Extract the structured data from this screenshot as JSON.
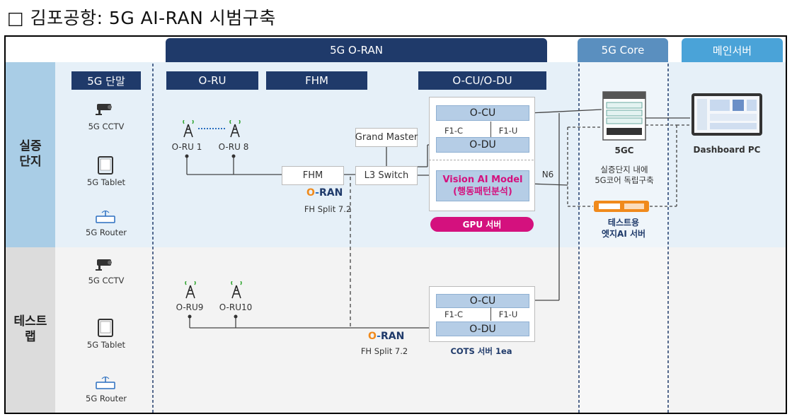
{
  "title": "□ 김포공항: 5G AI-RAN 시범구축",
  "headers": {
    "oran": "5G O-RAN",
    "core": "5G Core",
    "main_server": "메인서버"
  },
  "sections": {
    "terminal": "5G 단말",
    "oru": "O-RU",
    "fhm": "FHM",
    "ocu_odu": "O-CU/O-DU"
  },
  "zones": {
    "demo": "실증\n단지",
    "test": "테스트\n랩"
  },
  "devices": {
    "demo": [
      "5G CCTV",
      "5G Tablet",
      "5G Router"
    ],
    "test": [
      "5G CCTV",
      "5G Tablet",
      "5G Router"
    ]
  },
  "radios": {
    "demo": [
      "O-RU 1",
      "O-RU 8"
    ],
    "test": [
      "O-RU9",
      "O-RU10"
    ]
  },
  "nodes": {
    "fhm": "FHM",
    "l3": "L3 Switch",
    "grand_master": "Grand Master",
    "ocu": "O-CU",
    "odu": "O-DU",
    "f1c": "F1-C",
    "f1u": "F1-U",
    "vision_ai": "Vision AI Model",
    "vision_ai_sub": "(행동패턴분석)",
    "gpu": "GPU 서버",
    "cots": "COTS 서버 1ea",
    "n6": "N6",
    "fgc": "5GC",
    "fgc_desc1": "실증단지 내에",
    "fgc_desc2": "5G코어 독립구축",
    "edge1": "테스트용",
    "edge2": "엣지AI 서버",
    "dashboard": "Dashboard PC"
  },
  "oran_logo": {
    "o": "O",
    "dash": "-",
    "ran": "RAN",
    "split": "FH Split 7.2"
  },
  "colors": {
    "navy": "#1f3a6a",
    "core_blue": "#5a8fbf",
    "main_blue": "#4aa3d8",
    "zone_demo": "#e6f0f8",
    "side_demo": "#a9cde6",
    "zone_test": "#f2f2f2",
    "magenta": "#d4117e",
    "orange": "#f08a1c"
  }
}
